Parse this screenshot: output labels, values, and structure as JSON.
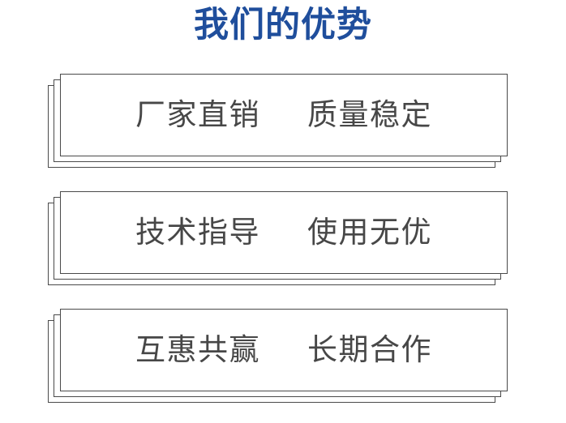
{
  "slide": {
    "background_color": "#ffffff",
    "title": {
      "text": "我们的优势",
      "color": "#1f4e9c"
    },
    "text_color": "#474747",
    "border_color": "#4a4a4a",
    "cards": [
      {
        "id": "card-1",
        "left_phrase": "厂家直销",
        "right_phrase": "质量稳定"
      },
      {
        "id": "card-2",
        "left_phrase": "技术指导",
        "right_phrase": "使用无优"
      },
      {
        "id": "card-3",
        "left_phrase": "互惠共赢",
        "right_phrase": "长期合作"
      }
    ]
  }
}
